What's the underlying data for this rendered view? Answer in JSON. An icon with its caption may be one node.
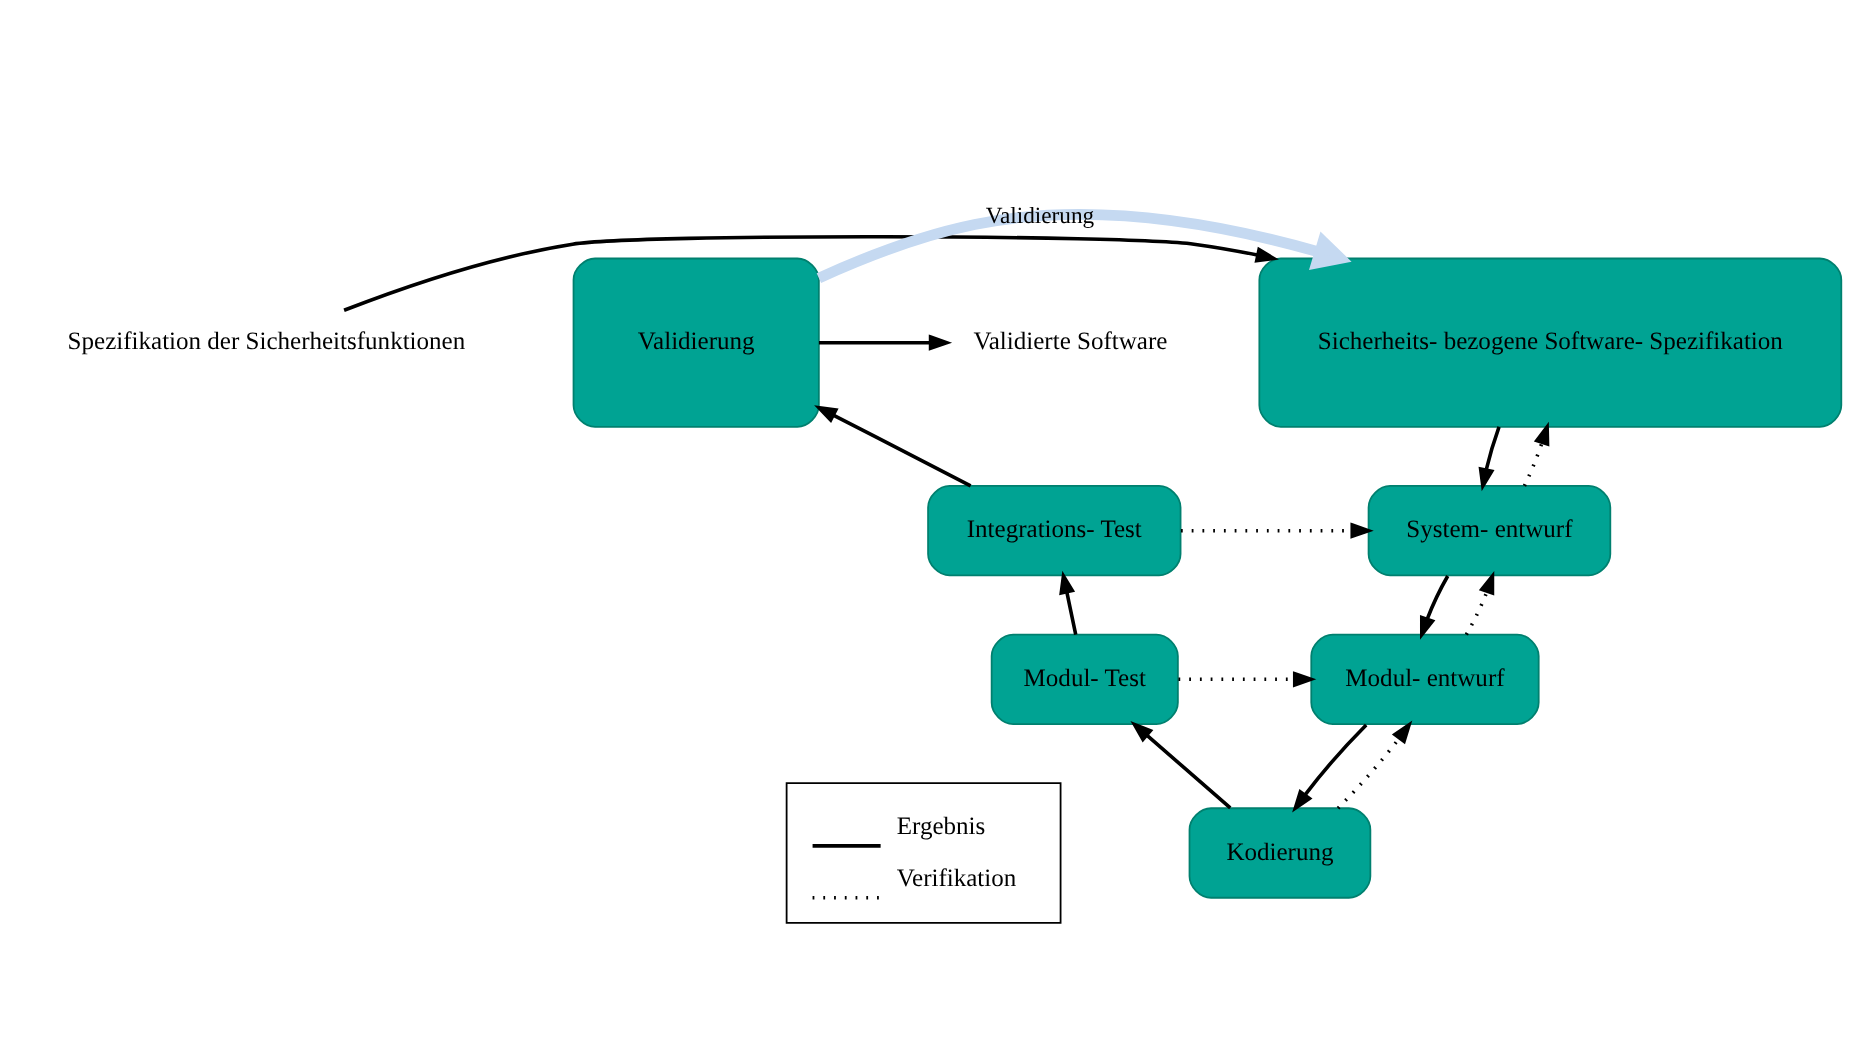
{
  "diagram": {
    "nodes": [
      {
        "text": [
          "Spezifikation der Sicherheitsfunktionen"
        ]
      },
      {
        "text": [
          "Sicherheits- bezogene Software- Spezifikation"
        ]
      },
      {
        "text": [
          "Validierung"
        ]
      },
      {
        "text": [
          "Validierte Software"
        ]
      },
      {
        "text": [
          "System- entwurf"
        ]
      },
      {
        "text": [
          "Integrations- Test"
        ]
      },
      {
        "text": [
          "Modul- entwurf"
        ]
      },
      {
        "text": [
          "Modul- Test"
        ]
      },
      {
        "text": [
          "Kodierung"
        ]
      }
    ],
    "edges": [
      {
        "from": 0,
        "to": 1,
        "arrow": "to"
      },
      {
        "from": 2,
        "to": 1,
        "arrow": "to",
        "label": "Validierung",
        "style": "thick",
        "color": "#c5d9f1"
      },
      {
        "from": 2,
        "to": 3,
        "arrow": "to"
      },
      {
        "from": 1,
        "to": 4,
        "arrow": "to"
      },
      {
        "from": 4,
        "to": 1,
        "arrow": "to",
        "style": "dashed"
      },
      {
        "from": 5,
        "to": 4,
        "arrow": "to",
        "style": "dashed"
      },
      {
        "from": 5,
        "to": 2,
        "arrow": "to"
      },
      {
        "from": 4,
        "to": 6,
        "arrow": "to"
      },
      {
        "from": 6,
        "to": 4,
        "arrow": "to",
        "style": "dashed"
      },
      {
        "from": 7,
        "to": 6,
        "arrow": "to",
        "style": "dashed"
      },
      {
        "from": 7,
        "to": 5,
        "arrow": "to"
      },
      {
        "from": 6,
        "to": 8,
        "arrow": "to"
      },
      {
        "from": 8,
        "to": 6,
        "arrow": "to",
        "style": "dashed"
      },
      {
        "from": 8,
        "to": 7,
        "arrow": "to"
      }
    ],
    "legend": [
      {
        "text": "Ergebnis"
      },
      {
        "text": "Verifikation"
      }
    ]
  }
}
